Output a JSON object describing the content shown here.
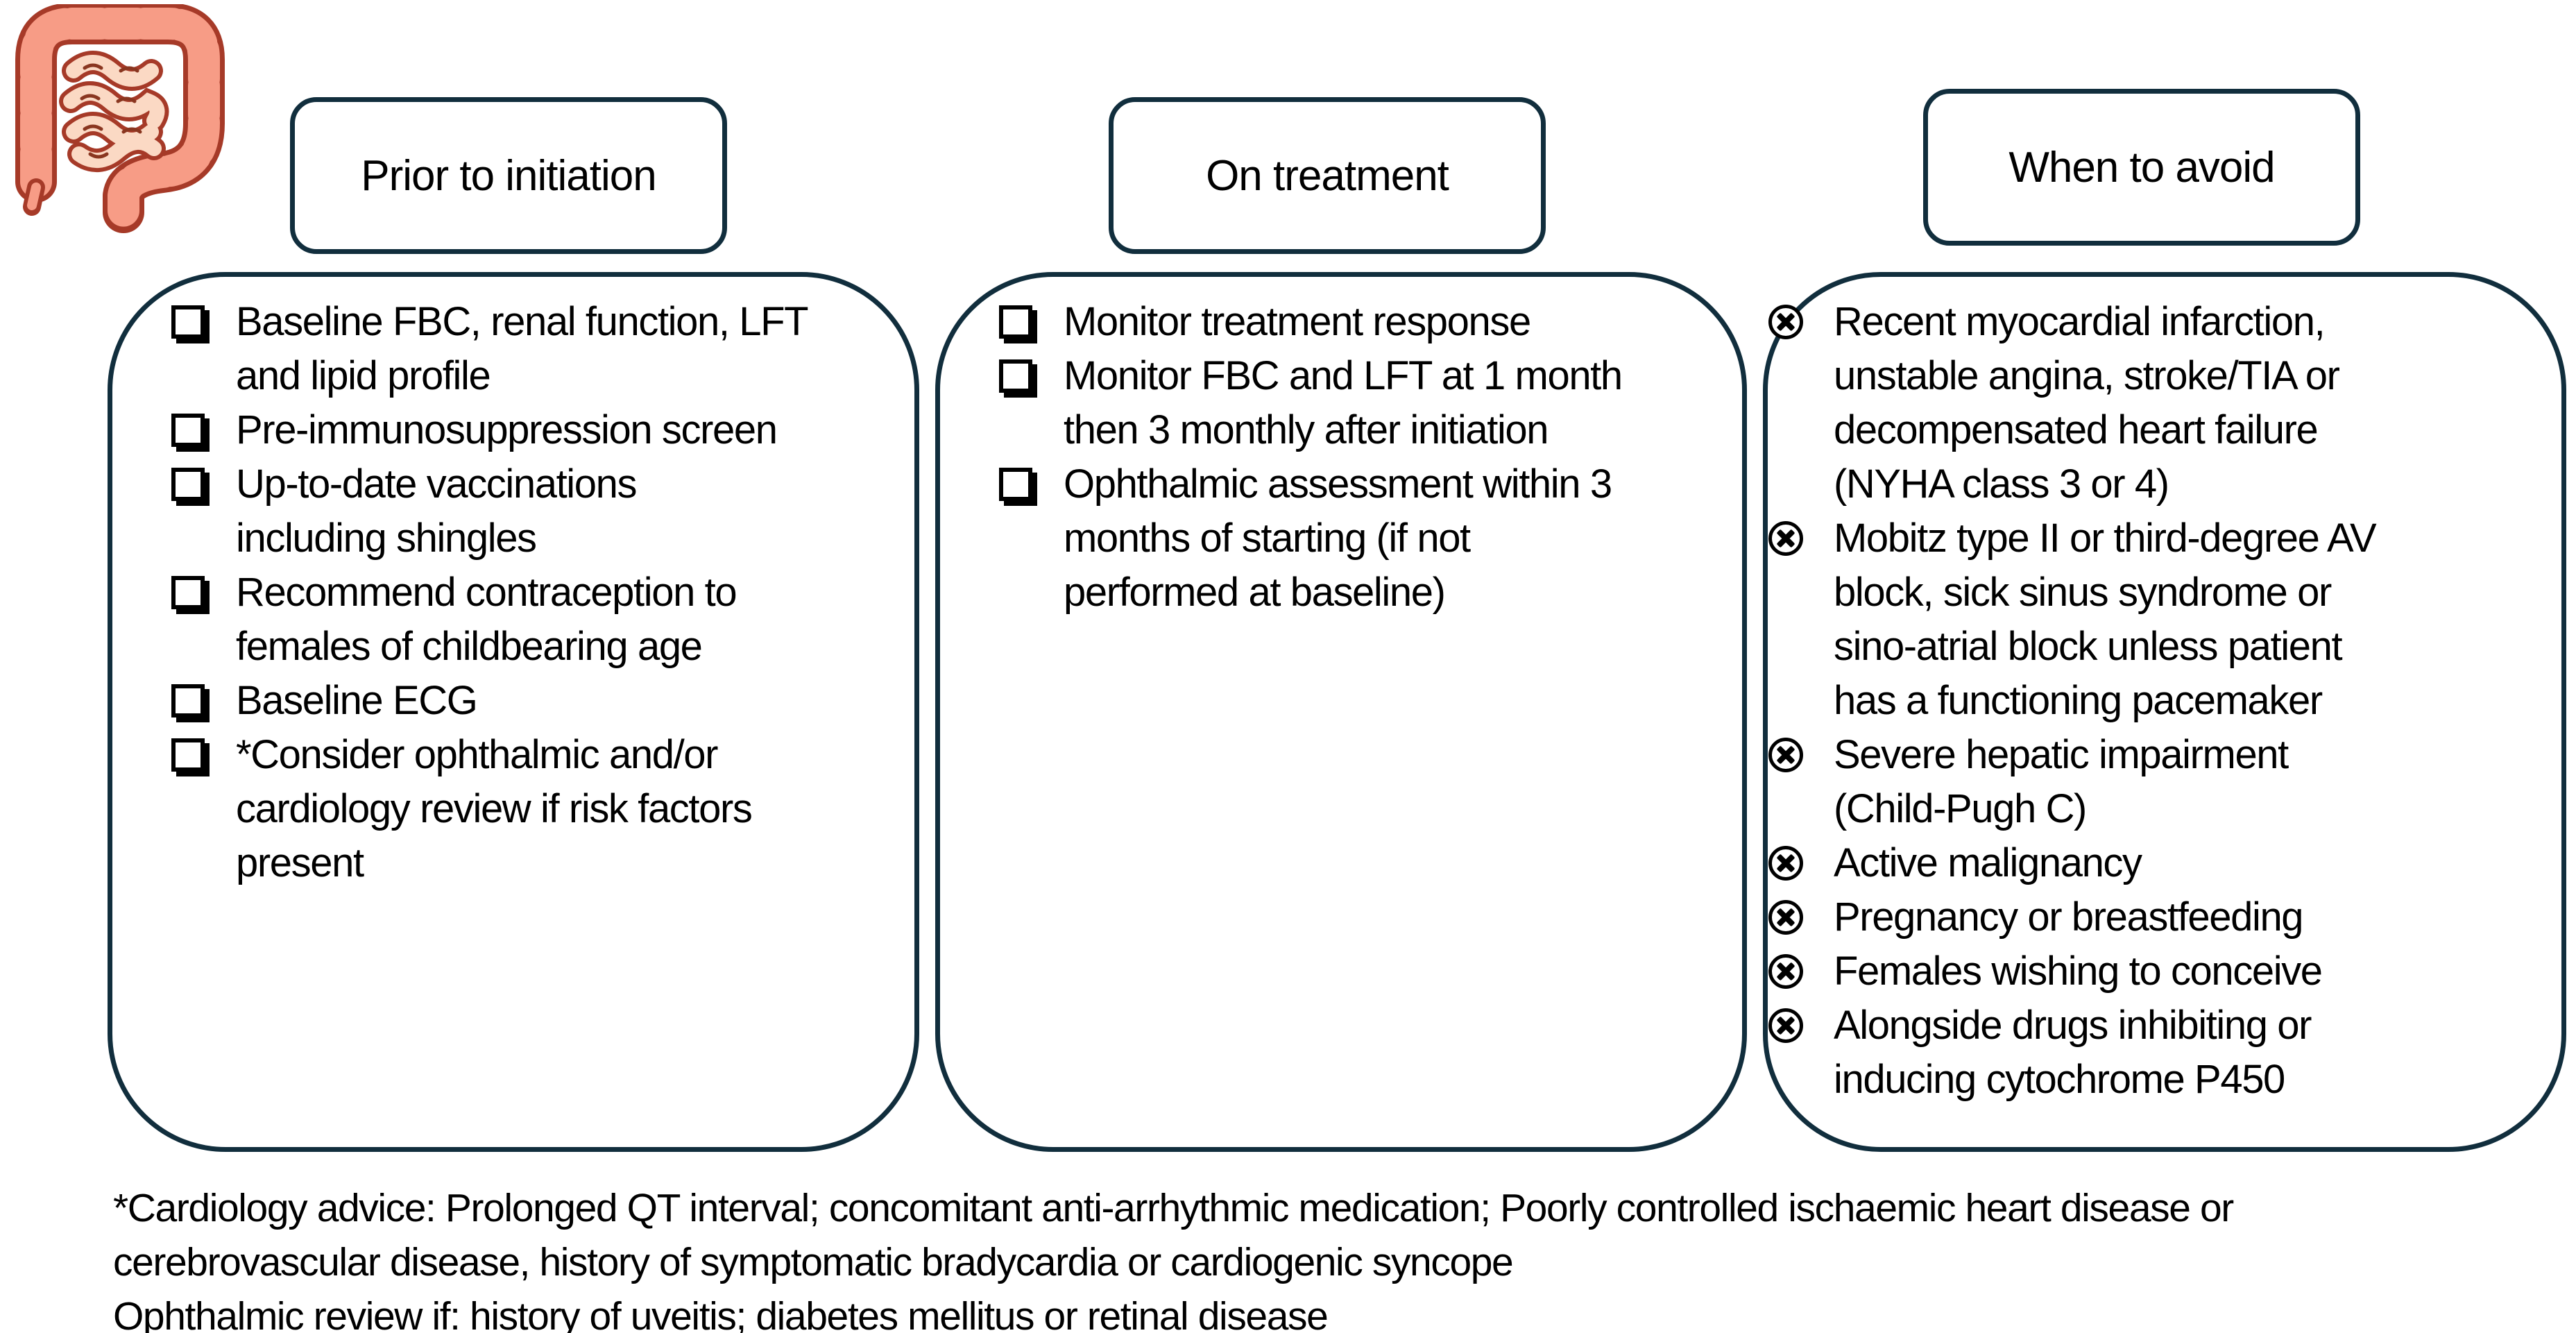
{
  "colors": {
    "panel_border": "#112e3d",
    "text": "#000000",
    "gut_outline": "#a63a28",
    "gut_fill": "#f79c86",
    "gut_inner_fill": "#fbd9c4"
  },
  "icon": {
    "name": "intestine-illustration"
  },
  "columns": [
    {
      "header": "Prior to initiation",
      "bullet": "checkbox",
      "items": [
        "Baseline FBC, renal function, LFT\nand lipid profile",
        "Pre-immunosuppression screen",
        "Up-to-date vaccinations\nincluding shingles",
        "Recommend contraception to\nfemales of childbearing age",
        "Baseline ECG",
        "*Consider ophthalmic and/or\ncardiology review if risk factors\npresent"
      ]
    },
    {
      "header": "On treatment",
      "bullet": "checkbox",
      "items": [
        "Monitor treatment response",
        "Monitor FBC and LFT at 1 month\nthen 3 monthly after initiation",
        "Ophthalmic assessment within 3\nmonths of starting (if not\nperformed at baseline)"
      ]
    },
    {
      "header": "When to avoid",
      "bullet": "circled-x",
      "items": [
        "Recent myocardial infarction,\nunstable angina, stroke/TIA or\ndecompensated heart failure\n(NYHA class 3 or 4)",
        "Mobitz type II or third-degree AV\nblock, sick sinus syndrome or\nsino-atrial block unless patient\nhas a functioning pacemaker",
        "Severe hepatic impairment\n(Child-Pugh C)",
        "Active malignancy",
        "Pregnancy or breastfeeding",
        "Females wishing to conceive",
        "Alongside drugs inhibiting or\ninducing cytochrome P450"
      ]
    }
  ],
  "footnotes": {
    "cardiology": "*Cardiology advice: Prolonged QT interval; concomitant anti-arrhythmic medication; Poorly controlled ischaemic heart disease or\ncerebrovascular disease, history of symptomatic bradycardia or cardiogenic syncope",
    "ophthalmic": "Ophthalmic review if: history of uveitis; diabetes mellitus or retinal disease"
  }
}
